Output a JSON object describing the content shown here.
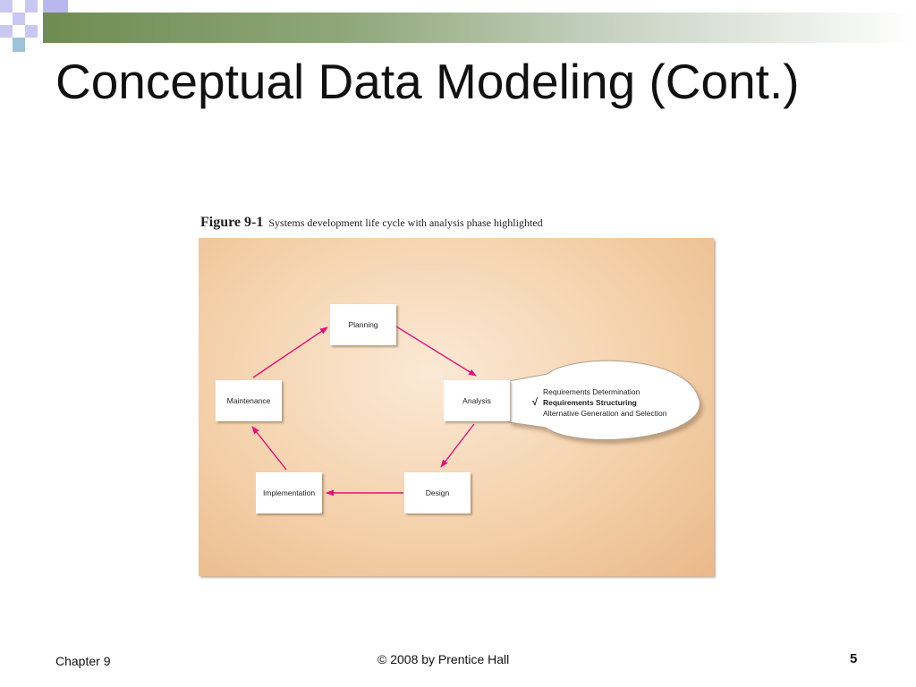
{
  "slide": {
    "title": "Conceptual Data Modeling (Cont.)"
  },
  "figure": {
    "number": "Figure 9-1",
    "caption": "Systems development life cycle with analysis phase highlighted",
    "nodes": {
      "planning": "Planning",
      "analysis": "Analysis",
      "design": "Design",
      "implementation": "Implementation",
      "maintenance": "Maintenance"
    },
    "analysis_steps": [
      "Requirements Determination",
      "Requirements Structuring",
      "Alternative Generation and Selection"
    ],
    "checkmark": "√",
    "arrow_color": "#e0127a"
  },
  "footer": {
    "chapter": "Chapter 9",
    "copyright": "© 2008 by Prentice Hall",
    "page_number": "5"
  }
}
